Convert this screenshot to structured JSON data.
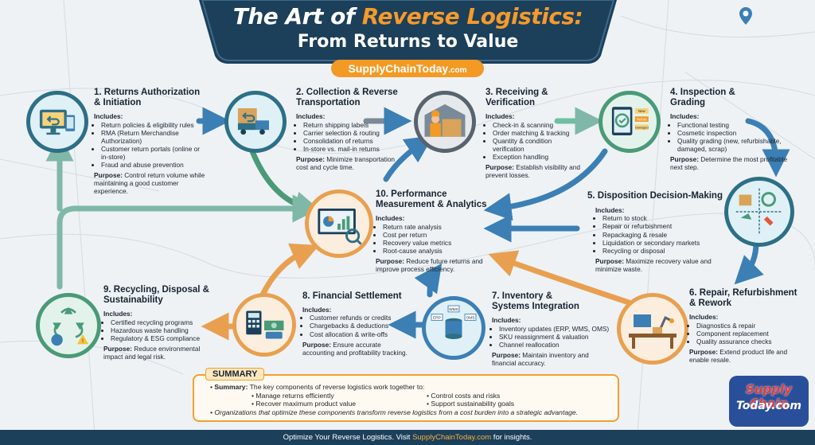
{
  "title": {
    "part1": "The Art of ",
    "highlight": "Reverse Logistics:",
    "subtitle": "From Returns to Value",
    "site_main": "SupplyChainToday",
    "site_ext": ".com"
  },
  "steps": [
    {
      "title": "1. Returns Authorization & Initiation",
      "includes_label": "Includes:",
      "items": [
        "Return policies & eligibility rules",
        "RMA (Return Merchandise Authorization)",
        "Customer return portals (online or in-store)",
        "Fraud and abuse prevention"
      ],
      "purpose_label": "Purpose:",
      "purpose": "Control return volume while maintaining a good customer experience.",
      "icon": "computer-return-icon"
    },
    {
      "title": "2. Collection & Reverse Transportation",
      "includes_label": "Includes:",
      "items": [
        "Return shipping labels",
        "Carrier selection & routing",
        "Consolidation of returns",
        "In-store vs. mail-in returns"
      ],
      "purpose_label": "Purpose:",
      "purpose": "Minimize transportation cost and cycle time.",
      "icon": "truck-icon"
    },
    {
      "title": "3. Receiving & Verification",
      "includes_label": "Includes:",
      "items": [
        "Check-in & scanning",
        "Order matching & tracking",
        "Quantity & condition verification",
        "Exception handling"
      ],
      "purpose_label": "Purpose:",
      "purpose": "Establish visibility and prevent losses.",
      "icon": "warehouse-worker-icon"
    },
    {
      "title": "4. Inspection & Grading",
      "includes_label": "Includes:",
      "items": [
        "Functional testing",
        "Cosmetic inspection",
        "Quality grading (new, refurbishable, damaged, scrap)"
      ],
      "purpose_label": "Purpose:",
      "purpose": "Determine the most profitable next step.",
      "icon": "inspection-tablet-icon",
      "tags": [
        "New",
        "Refurb",
        "Damaged"
      ]
    },
    {
      "title": "5. Disposition Decision-Making",
      "includes_label": "Includes:",
      "items": [
        "Return to stock",
        "Repair or refurbishment",
        "Repackaging & resale",
        "Liquidation or secondary markets",
        "Recycling or disposal"
      ],
      "purpose_label": "Purpose:",
      "purpose": "Maximize recovery value and minimize waste.",
      "icon": "disposition-options-icon"
    },
    {
      "title": "6. Repair, Refurbishment & Rework",
      "includes_label": "Includes:",
      "items": [
        "Diagnostics & repair",
        "Component replacement",
        "Quality assurance checks"
      ],
      "purpose_label": "Purpose:",
      "purpose": "Extend product life and enable resale.",
      "icon": "workbench-icon"
    },
    {
      "title": "7. Inventory & Systems Integration",
      "includes_label": "Includes:",
      "items": [
        "Inventory updates (ERP, WMS, OMS)",
        "SKU reassignment & valuation",
        "Channel reallocation"
      ],
      "purpose_label": "Purpose:",
      "purpose": "Maintain inventory and financial accuracy.",
      "icon": "database-icon",
      "tags": [
        "ERP",
        "WMS",
        "OMS"
      ]
    },
    {
      "title": "8. Financial Settlement",
      "includes_label": "Includes:",
      "items": [
        "Customer refunds or credits",
        "Chargebacks & deductions",
        "Cost allocation & write-offs"
      ],
      "purpose_label": "Purpose:",
      "purpose": "Ensure accurate accounting and profitability tracking.",
      "icon": "calculator-money-icon"
    },
    {
      "title": "9. Recycling, Disposal & Sustainability",
      "includes_label": "Includes:",
      "items": [
        "Certified recycling programs",
        "Hazardous waste handling",
        "Regulatory & ESG compliance"
      ],
      "purpose_label": "Purpose:",
      "purpose": "Reduce environmental impact and legal risk.",
      "icon": "recycle-globe-icon"
    },
    {
      "title": "10. Performance Measurement & Analytics",
      "includes_label": "Includes:",
      "items": [
        "Return rate analysis",
        "Cost per return",
        "Recovery value metrics",
        "Root-cause analysis"
      ],
      "purpose_label": "Purpose:",
      "purpose": "Reduce future returns and improve process efficiency.",
      "icon": "analytics-dashboard-icon"
    }
  ],
  "summary": {
    "heading": "SUMMARY",
    "lead_label": "Summary:",
    "lead": "The key components of reverse logistics work together to:",
    "goals": [
      "Manage returns efficiently",
      "Control costs and risks",
      "Recover maximum product value",
      "Support sustainability goals"
    ],
    "conclusion": "Organizations that optimize these components transform reverse logistics from a cost burden into a strategic advantage."
  },
  "footer": {
    "text": "Optimize Your Reverse Logistics. Visit ",
    "link": "SupplyChainToday.com",
    "tail": " for insights."
  },
  "logo": {
    "line1": "Supply Chain",
    "line2": "Today.com"
  },
  "colors": {
    "navy": "#1c3f5a",
    "orange": "#f39a24",
    "teal": "#2d6f86",
    "green": "#4a9a78"
  }
}
